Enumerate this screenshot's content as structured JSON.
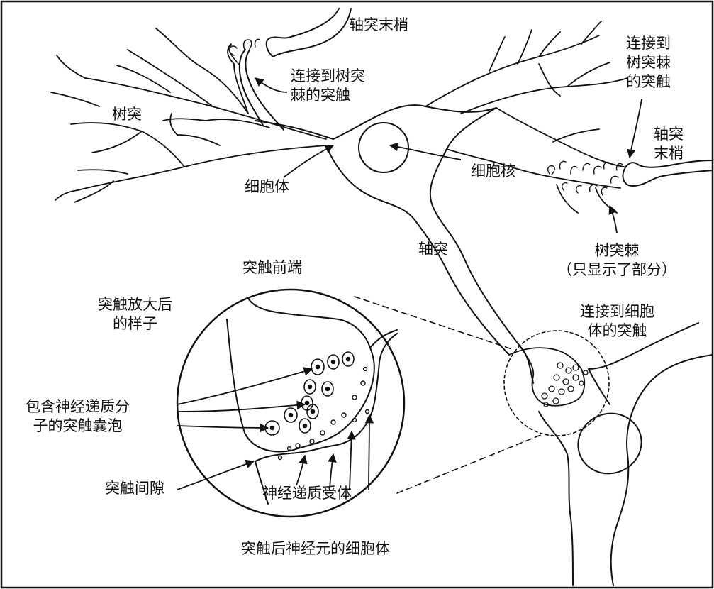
{
  "labels": {
    "axon_terminal_top": "轴突末梢",
    "spine_synapse_top": "连接到树突\n棘的突触",
    "dendrite": "树突",
    "cell_body": "细胞体",
    "nucleus": "细胞核",
    "spine_synapse_right": "连接到\n树突棘\n的突触",
    "axon_terminal_right": "轴突\n末梢",
    "axon": "轴突",
    "spines": "树突棘\n（只显示了部分）",
    "presynaptic": "突触前端",
    "magnified": "突触放大后\n的样子",
    "soma_synapse": "连接到细胞\n体的突触",
    "vesicles": "包含神经递质分\n子的突触囊泡",
    "cleft": "突触间隙",
    "receptors": "神经递质受体",
    "postsynaptic_body": "突触后神经元的细胞体"
  },
  "colors": {
    "ink": "#111111",
    "background": "#ffffff"
  }
}
